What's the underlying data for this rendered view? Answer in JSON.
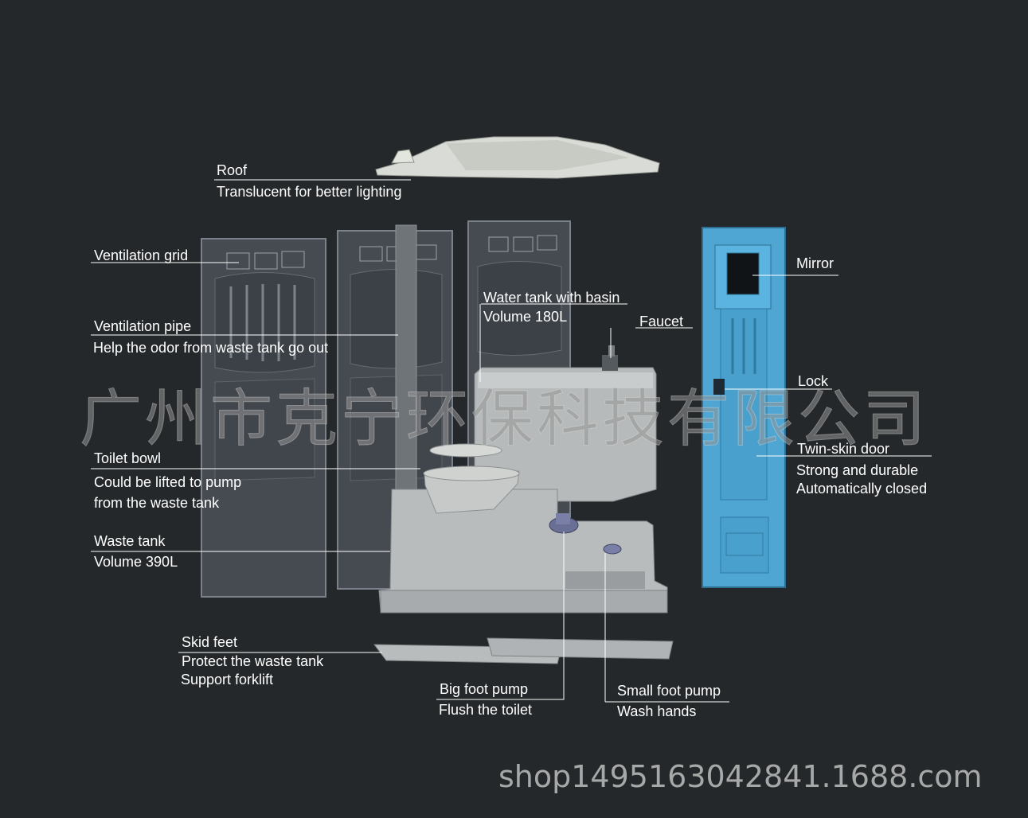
{
  "labels": {
    "roof": {
      "title": "Roof",
      "desc": "Translucent for better lighting"
    },
    "ventilation_grid": {
      "title": "Ventilation grid"
    },
    "ventilation_pipe": {
      "title": "Ventilation pipe",
      "desc": "Help the odor from waste tank go out"
    },
    "water_tank": {
      "title": "Water tank with basin",
      "desc": "Volume 180L"
    },
    "faucet": {
      "title": "Faucet"
    },
    "mirror": {
      "title": "Mirror"
    },
    "lock": {
      "title": "Lock"
    },
    "door": {
      "title": "Twin-skin door",
      "desc1": "Strong and durable",
      "desc2": "Automatically closed"
    },
    "toilet_bowl": {
      "title": "Toilet bowl",
      "desc1": "Could be lifted to pump",
      "desc2": "from the waste tank"
    },
    "waste_tank": {
      "title": "Waste tank",
      "desc": "Volume 390L"
    },
    "skid_feet": {
      "title": "Skid feet",
      "desc1": "Protect the waste tank",
      "desc2": "Support forklift"
    },
    "big_pump": {
      "title": "Big foot pump",
      "desc": "Flush the toilet"
    },
    "small_pump": {
      "title": "Small foot pump",
      "desc": "Wash hands"
    }
  },
  "watermark": {
    "company": "广州市克宁环保科技有限公司",
    "shop": "shop1495163042841.1688.com"
  },
  "colors": {
    "background": "#25282a",
    "panel": "#4a4f56",
    "door": "#4fa6d3",
    "tank": "#b9bcbd",
    "text": "#ffffff"
  }
}
